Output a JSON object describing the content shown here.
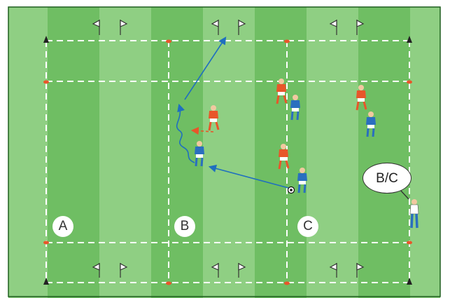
{
  "colors": {
    "pitch_light": "#8fcf83",
    "pitch_dark": "#6fbe63",
    "lines": "#ffffff",
    "red_team": "#e8562a",
    "blue_team": "#2a6fbf",
    "run_arrow": "#1f6fbf",
    "pass_arrow": "#e8562a"
  },
  "zones": {
    "a": "A",
    "b": "B",
    "c": "C"
  },
  "coach_callout": {
    "label": "B/C"
  }
}
